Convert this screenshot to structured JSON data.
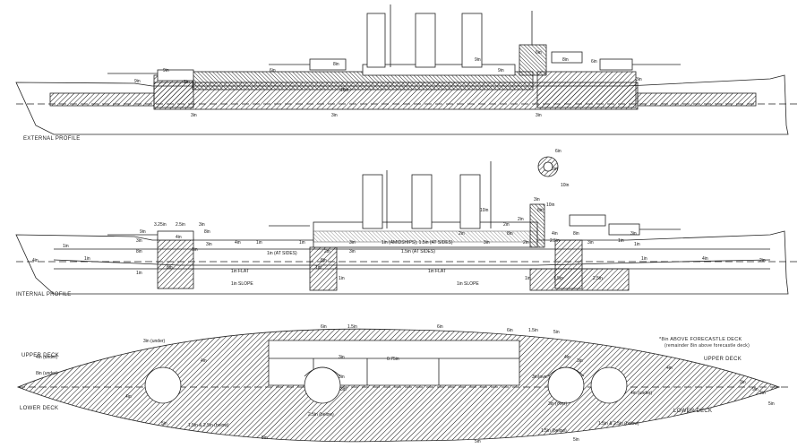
{
  "views": {
    "external": {
      "title": "EXTERNAL PROFILE",
      "labels": [
        "9in",
        "9in",
        "8in",
        "3in",
        "6in",
        "8in",
        "10in",
        "9in",
        "9in",
        "6in",
        "8in",
        "6in",
        "3in",
        "3in",
        "3in"
      ]
    },
    "internal": {
      "title": "INTERNAL PROFILE",
      "labels": [
        "3.25in",
        "2.5in",
        "3in",
        "9in",
        "4in",
        "8in",
        "3in",
        "3in",
        "8in",
        "1in",
        "4in",
        "1in",
        "1in",
        "8in",
        "1in",
        "4in",
        "1in",
        "1in",
        "1in (AT SIDES)",
        "2in",
        "1in",
        "1in",
        "3in",
        "3in",
        "1in (AMIDSHIPS), 1.5in (AT SIDES)",
        "1.5in (AT SIDES)",
        "8in",
        "1in FLAT",
        "1in SLOPE",
        "1in FLAT",
        "1in SLOPE",
        "2in",
        "3in",
        "2in",
        "8in",
        "2in",
        "2.5in",
        "8in",
        "10in",
        "10in",
        "2in",
        "6in",
        "3in",
        "10in",
        "3in",
        "4in",
        "8in",
        "3in",
        "1in",
        "3in",
        "1in",
        "1in",
        "4in",
        "2in",
        "1in",
        "1.5in",
        "2.5in"
      ]
    },
    "plan": {
      "upper_deck_left": "UPPER DECK",
      "lower_deck_left": "LOWER DECK",
      "upper_deck_right": "UPPER DECK",
      "lower_deck_right": "LOWER DECK",
      "note_line1": "*8in ABOVE FORECASTLE DECK",
      "note_line2": "(remainder 8in above forecastle deck)",
      "labels": [
        "3in (under)",
        "4in (under)",
        "8in (under)",
        "4in",
        "4in",
        "6in",
        "1.5in",
        "6in",
        "6in",
        "1.5in",
        "5in",
        "3in",
        "0.75in",
        "3in",
        "3in",
        "3in(over)",
        "4in",
        "3in",
        "4in",
        "4in (under)",
        "3in (over)",
        "5in",
        "1.5in & 2.5in (below)",
        "5in",
        "2.5in (below)",
        "5in",
        "1.5in (below)",
        "1.5in & 2.5in (below)",
        "5in",
        "3in",
        "9in",
        "5in",
        "3in"
      ]
    }
  }
}
